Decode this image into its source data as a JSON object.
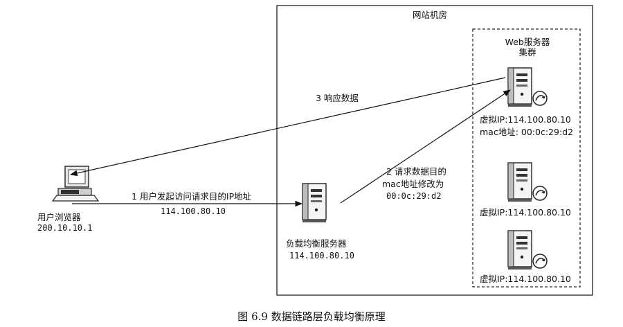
{
  "diagram": {
    "room_title": "网站机房",
    "web_cluster_title_line1": "Web服务器",
    "web_cluster_title_line2": "集群",
    "client": {
      "name": "用户浏览器",
      "ip": "200.10.10.1"
    },
    "load_balancer": {
      "name": "负载均衡服务器",
      "ip": "114.100.80.10"
    },
    "servers": [
      {
        "virtual_ip": "虚拟IP:114.100.80.10",
        "mac": "mac地址: 00:0c:29:d2"
      },
      {
        "virtual_ip": "虚拟IP:114.100.80.10"
      },
      {
        "virtual_ip": "虚拟IP:114.100.80.10"
      }
    ],
    "step1": {
      "line1": "1 用户发起访问请求目的IP地址",
      "line2": "114.100.80.10"
    },
    "step2": {
      "line1": "2 请求数据目的",
      "line2": "mac地址修改为",
      "line3": "00:0c:29:d2"
    },
    "step3": {
      "line1": "3 响应数据"
    }
  },
  "caption": "图 6.9    数据链路层负载均衡原理",
  "colors": {
    "line": "#111111",
    "server_body": "#f2f2f2",
    "server_dark": "#222222"
  }
}
